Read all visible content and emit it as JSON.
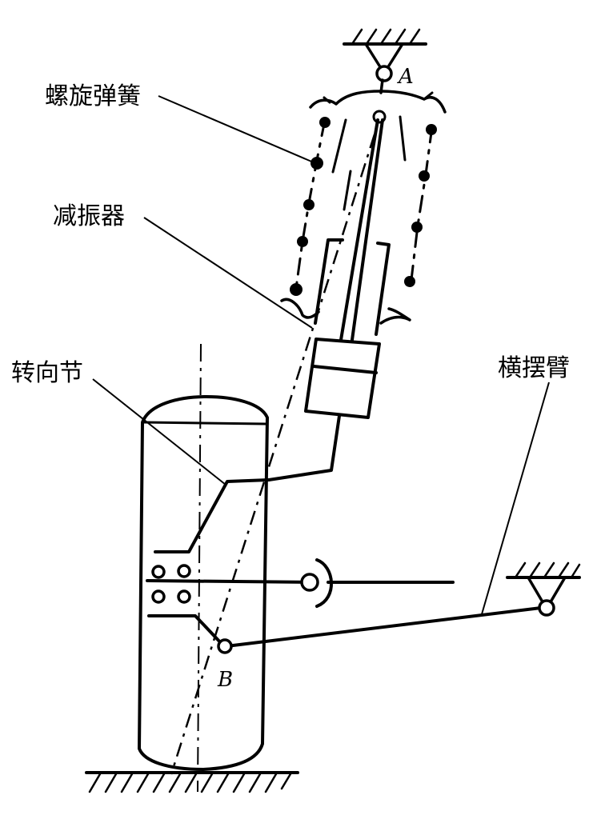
{
  "labels": {
    "spring": "螺旋弹簧",
    "damper": "减振器",
    "knuckle": "转向节",
    "arm": "横摆臂",
    "point_a": "A",
    "point_b": "B"
  }
}
